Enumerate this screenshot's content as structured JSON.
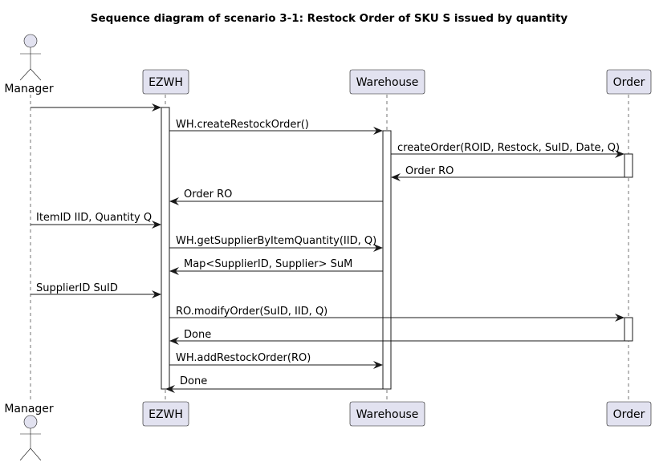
{
  "title": "Sequence diagram of scenario 3-1: Restock Order of SKU S issued by quantity",
  "participants": {
    "manager": "Manager",
    "ezwh": "EZWH",
    "warehouse": "Warehouse",
    "order": "Order"
  },
  "messages": [
    {
      "from": "manager",
      "to": "ezwh",
      "label": ""
    },
    {
      "from": "ezwh",
      "to": "warehouse",
      "label": "WH.createRestockOrder()"
    },
    {
      "from": "warehouse",
      "to": "order",
      "label": "createOrder(ROID, Restock, SuID, Date, Q)"
    },
    {
      "from": "order",
      "to": "warehouse",
      "label": "Order RO"
    },
    {
      "from": "warehouse",
      "to": "ezwh",
      "label": "Order RO"
    },
    {
      "from": "manager",
      "to": "ezwh",
      "label": "ItemID IID, Quantity Q"
    },
    {
      "from": "ezwh",
      "to": "warehouse",
      "label": "WH.getSupplierByItemQuantity(IID, Q)"
    },
    {
      "from": "warehouse",
      "to": "ezwh",
      "label": "Map<SupplierID, Supplier> SuM"
    },
    {
      "from": "manager",
      "to": "ezwh",
      "label": "SupplierID SuID"
    },
    {
      "from": "ezwh",
      "to": "order",
      "label": "RO.modifyOrder(SuID, IID, Q)"
    },
    {
      "from": "order",
      "to": "ezwh",
      "label": "Done"
    },
    {
      "from": "ezwh",
      "to": "warehouse",
      "label": "WH.addRestockOrder(RO)"
    },
    {
      "from": "warehouse",
      "to": "ezwh",
      "label": "Done"
    }
  ]
}
